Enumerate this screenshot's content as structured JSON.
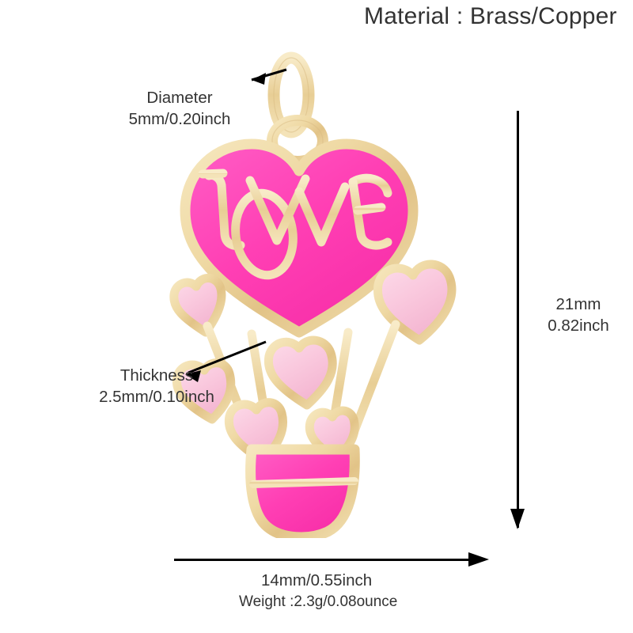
{
  "header": {
    "material_label": "Material : Brass/Copper"
  },
  "annotations": {
    "diameter": {
      "title": "Diameter",
      "value": "5mm/0.20inch"
    },
    "thickness": {
      "title": "Thickness",
      "value": "2.5mm/0.10inch"
    },
    "height": {
      "mm": "21mm",
      "inch": "0.82inch"
    },
    "width": {
      "value": "14mm/0.55inch"
    },
    "weight": {
      "value": "Weight :2.3g/0.08ounce"
    }
  },
  "product": {
    "shape": "hot-air-balloon-heart-charm",
    "word_on_balloon": "LOVE",
    "colors": {
      "enamel_hot_pink": "#FF44B8",
      "enamel_hot_pink_dark": "#F02FA6",
      "enamel_light_pink": "#F9C6DC",
      "enamel_light_pink_dark": "#F0ADC8",
      "metal_gold": "#E9CE92",
      "metal_gold_light": "#F7E9C2",
      "metal_gold_dark": "#C9A košt"
    }
  },
  "line_art": {
    "height_line_color": "#000000",
    "width_line_color": "#000000",
    "leader_arrow_color": "#000000"
  }
}
